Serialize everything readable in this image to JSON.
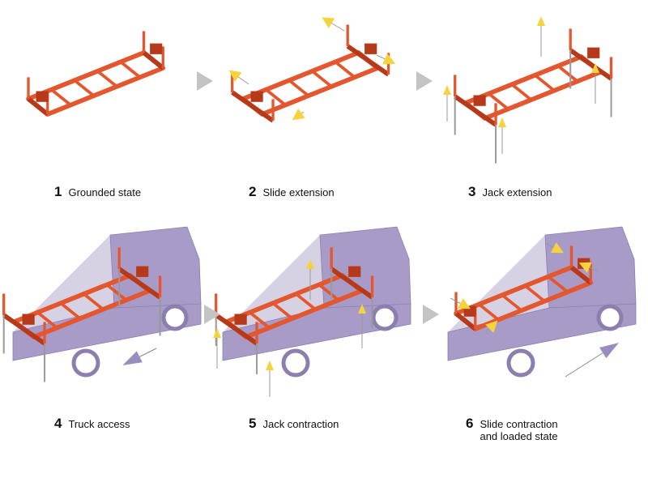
{
  "colors": {
    "frame": "#e4572e",
    "frame_dark": "#b63a1a",
    "truck": "#a99bc7",
    "truck_dark": "#8c7fae",
    "arrow_yellow": "#f6d23c",
    "arrow_purple": "#9b8cc0",
    "separator": "#c4c4c4",
    "leg": "#9a9a9a"
  },
  "icons": [
    "separator-triangle-icon",
    "up-arrow-icon",
    "slide-arrow-icon",
    "truck-motion-arrow-icon"
  ],
  "steps": [
    {
      "number": "1",
      "label": "Grounded state",
      "label2": ""
    },
    {
      "number": "2",
      "label": "Slide extension",
      "label2": ""
    },
    {
      "number": "3",
      "label": "Jack extension",
      "label2": ""
    },
    {
      "number": "4",
      "label": "Truck access",
      "label2": ""
    },
    {
      "number": "5",
      "label": "Jack contraction",
      "label2": ""
    },
    {
      "number": "6",
      "label": "Slide contraction",
      "label2": "and loaded state"
    }
  ]
}
